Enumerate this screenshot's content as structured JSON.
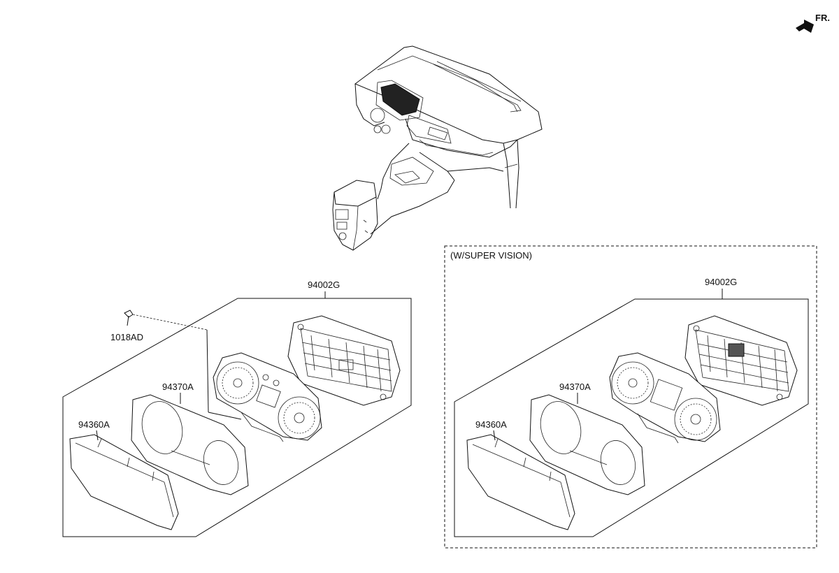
{
  "header": {
    "front_marker": "FR."
  },
  "variant_box": {
    "title": "(W/SUPER VISION)"
  },
  "left_group": {
    "assembly": "94002G",
    "screw": "1018AD",
    "glass_window": "94370A",
    "outer_lens": "94360A"
  },
  "right_group": {
    "assembly": "94002G",
    "glass_window": "94370A",
    "outer_lens": "94360A"
  }
}
